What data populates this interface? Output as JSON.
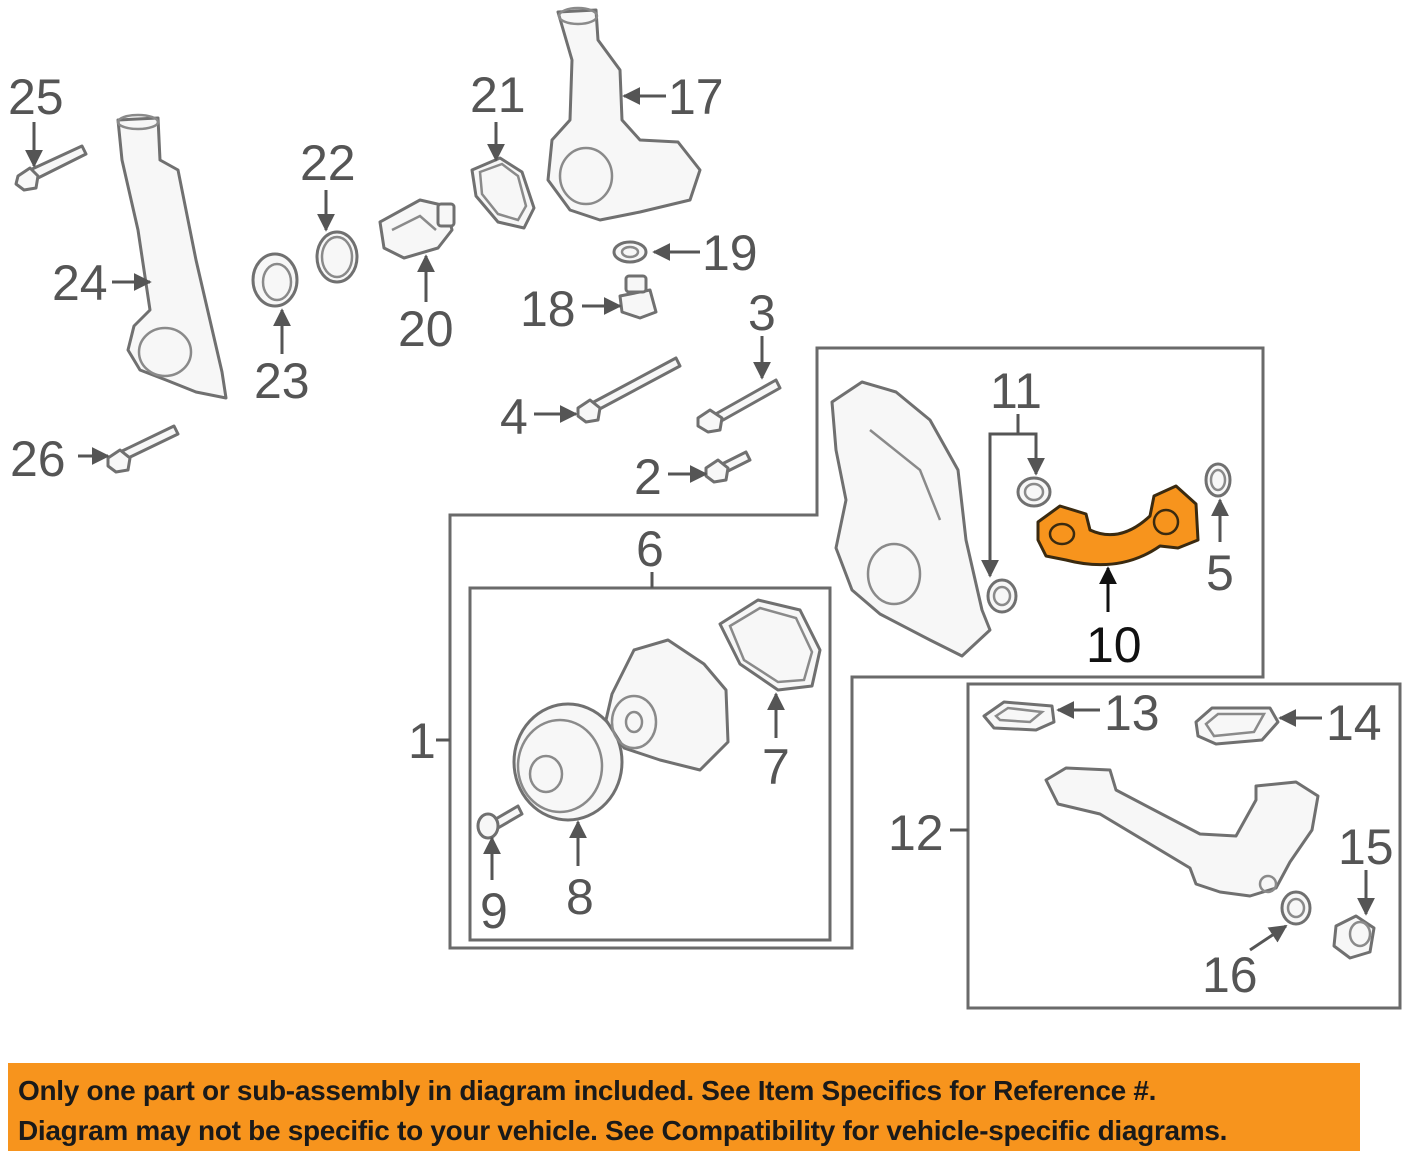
{
  "diagram": {
    "highlight_color": "#f7941d",
    "callouts": [
      "1",
      "2",
      "3",
      "4",
      "5",
      "6",
      "7",
      "8",
      "9",
      "10",
      "11",
      "12",
      "13",
      "14",
      "15",
      "16",
      "17",
      "18",
      "19",
      "20",
      "21",
      "22",
      "23",
      "24",
      "25",
      "26"
    ],
    "highlighted_callout": "10"
  },
  "footer": {
    "line1": "Only one part or sub-assembly in diagram included. See Item Specifics for Reference #.",
    "line2": "Diagram may not be specific to your vehicle. See Compatibility for vehicle-specific diagrams."
  }
}
